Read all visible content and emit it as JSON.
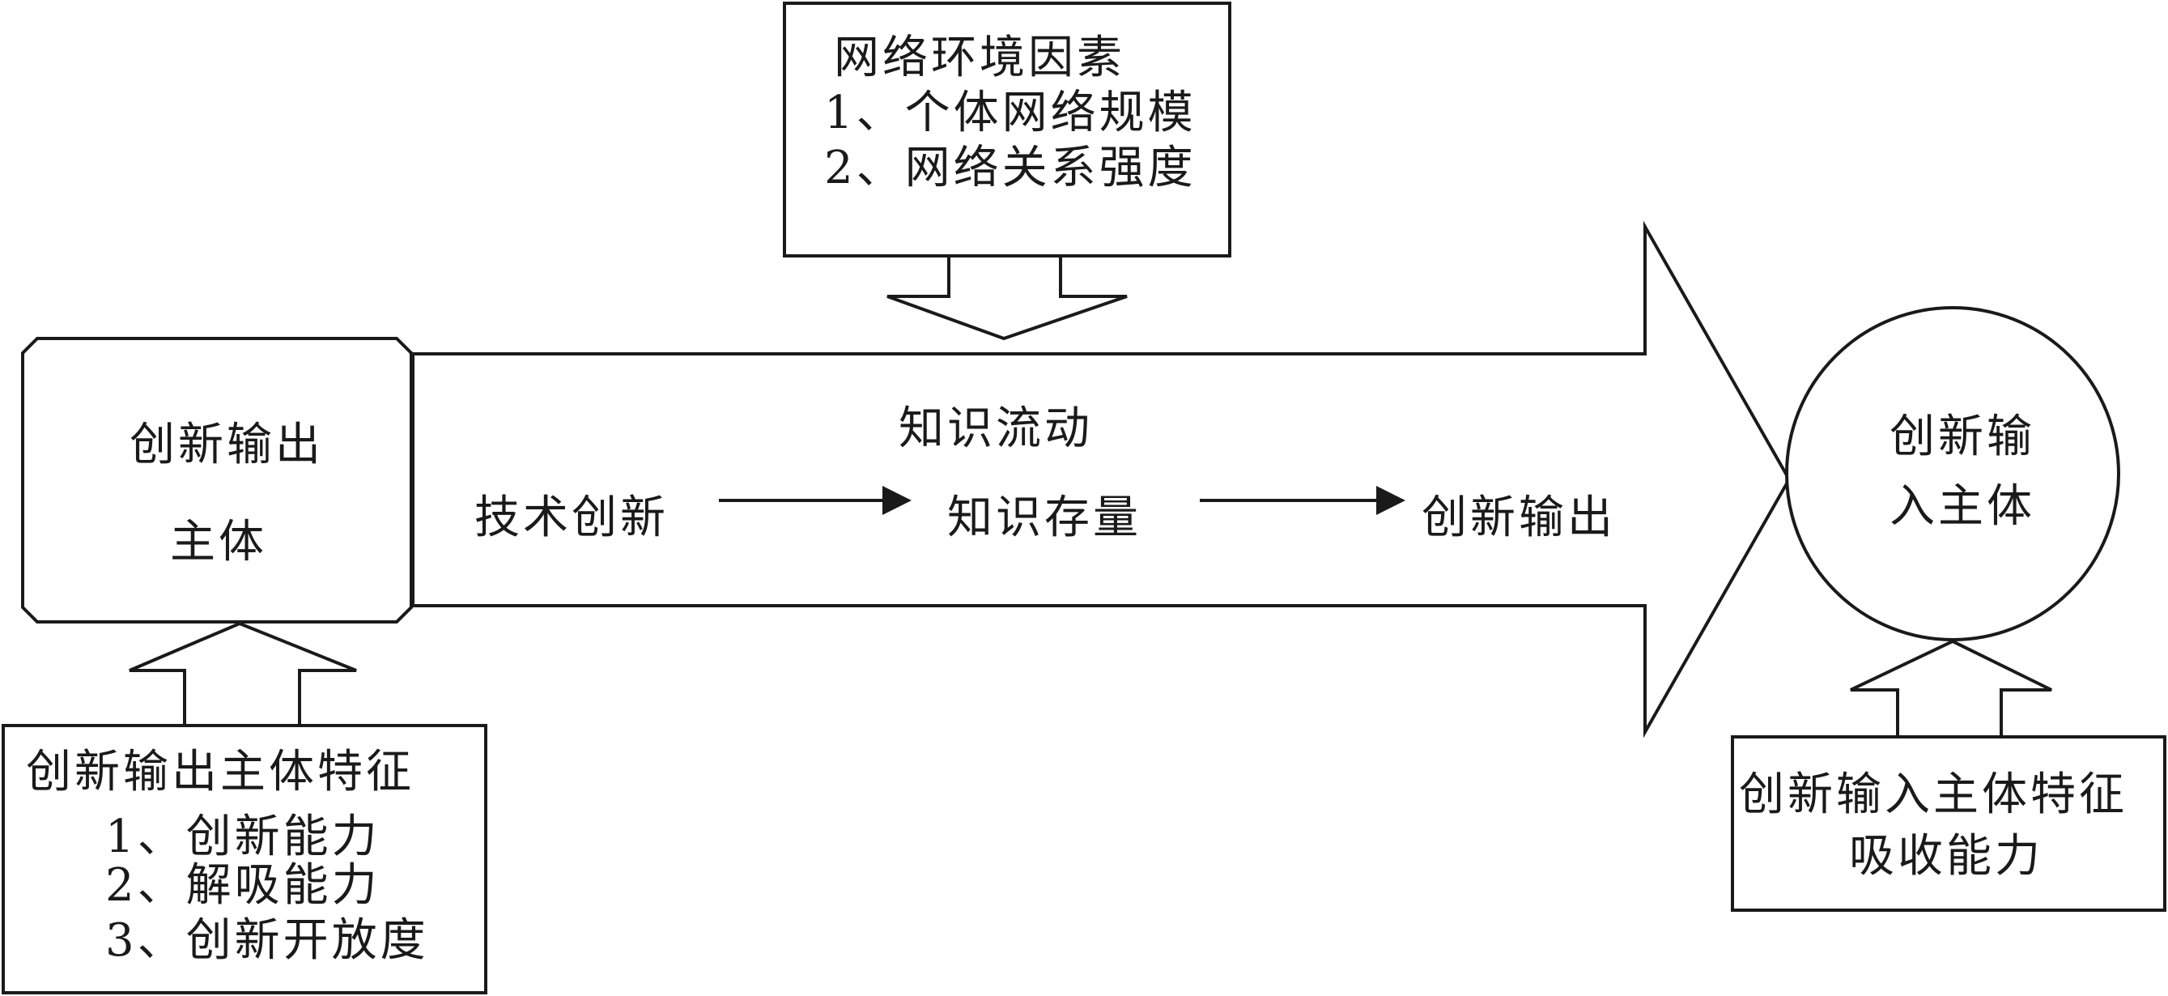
{
  "diagram": {
    "network_box": {
      "title": "网络环境因素",
      "items": [
        "1、个体网络规模",
        "2、网络关系强度"
      ]
    },
    "flow_arrow": {
      "title": "知识流动",
      "step_1": "技术创新",
      "step_2": "知识存量",
      "step_3": "创新输出"
    },
    "output_subject": {
      "line_1": "创新输出",
      "line_2": "主体"
    },
    "input_subject": {
      "line_1": "创新输",
      "line_2": "入主体"
    },
    "output_features": {
      "title": "创新输出主体特征",
      "items": [
        "1、创新能力",
        "2、解吸能力",
        "3、创新开放度"
      ]
    },
    "input_features": {
      "title": "创新输入主体特征",
      "subtitle": "吸收能力"
    }
  },
  "colors": {
    "stroke": "#1a1a1a",
    "fill": "#ffffff"
  }
}
